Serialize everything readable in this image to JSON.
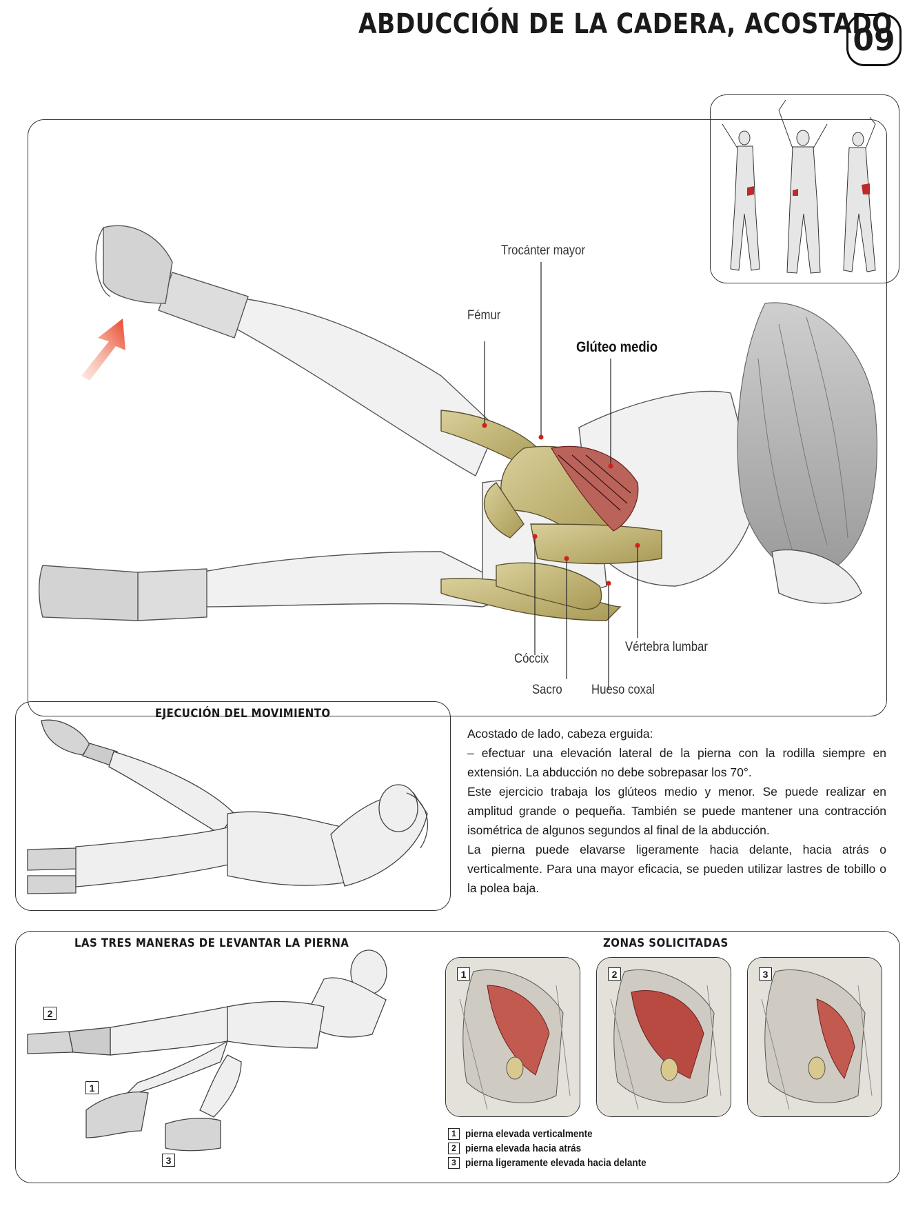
{
  "header": {
    "title": "ABDUCCIÓN DE LA CADERA, ACOSTADO",
    "page_number": "09"
  },
  "main_illustration": {
    "labels": {
      "trocanter": "Trocánter mayor",
      "femur": "Fémur",
      "gluteo": "Glúteo medio",
      "coccix": "Cóccix",
      "vertebra": "Vértebra lumbar",
      "sacro": "Sacro",
      "hueso_coxal": "Hueso coxal"
    },
    "arrow_color": "#e8442a",
    "highlight_color": "#c0282a"
  },
  "execution": {
    "title": "EJECUCIÓN DEL MOVIMIENTO"
  },
  "description": {
    "paragraphs": [
      "Acostado de lado, cabeza erguida:",
      "– efectuar una elevación lateral de la pierna con la rodilla siempre en extensión. La abducción no debe sobrepasar los 70°.",
      "Este ejercicio trabaja los glúteos medio y menor. Se puede realizar en amplitud grande o pequeña. También se puede mantener una contracción isométrica de algunos segundos al final de la abducción.",
      "La pierna puede elavarse ligeramente hacia delante, hacia atrás o verticalmente. Para una mayor eficacia, se pueden utilizar lastres de tobillo o la polea baja."
    ]
  },
  "three_ways": {
    "title": "LAS TRES MANERAS DE LEVANTAR LA PIERNA",
    "markers": [
      "2",
      "1",
      "3"
    ]
  },
  "zones": {
    "title": "ZONAS SOLICITADAS",
    "cards": [
      "1",
      "2",
      "3"
    ],
    "legend": [
      {
        "num": "1",
        "text": "pierna elevada verticalmente"
      },
      {
        "num": "2",
        "text": "pierna elevada hacia atrás"
      },
      {
        "num": "3",
        "text": "pierna ligeramente elevada hacia delante"
      }
    ]
  }
}
